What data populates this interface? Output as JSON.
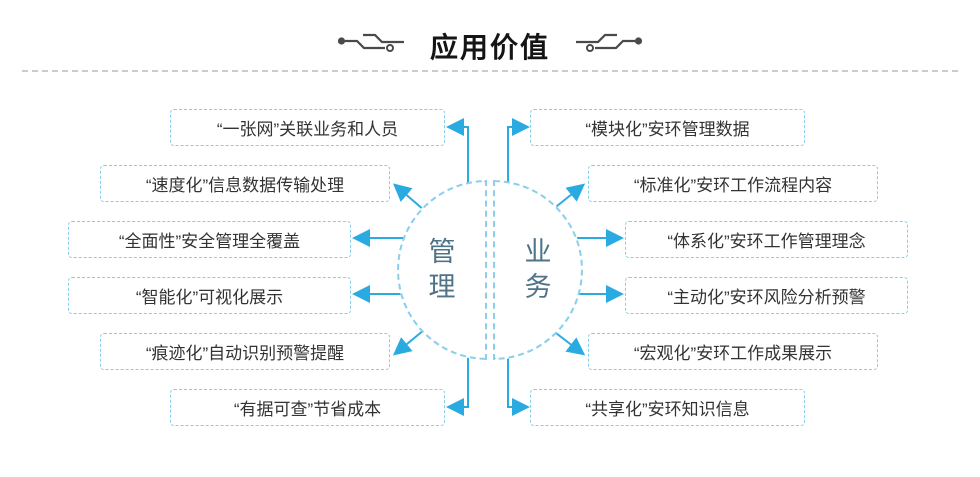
{
  "title": "应用价值",
  "center": {
    "left_label": "管理",
    "right_label": "业务"
  },
  "left_items": [
    "“一张网”关联业务和人员",
    "“速度化”信息数据传输处理",
    "“全面性”安全管理全覆盖",
    "“智能化”可视化展示",
    "“痕迹化”自动识别预警提醒",
    "“有据可查”节省成本"
  ],
  "right_items": [
    "“模块化”安环管理数据",
    "“标准化”安环工作流程内容",
    "“体系化”安环工作管理理念",
    "“主动化”安环风险分析预警",
    "“宏观化”安环工作成果展示",
    "“共享化”安环知识信息"
  ],
  "colors": {
    "accent_arrow": "#29abe2",
    "box_border": "#85cdec",
    "circle_border": "#8ccfec",
    "center_text": "#4f7387",
    "body_text": "#333333",
    "title_text": "#151515",
    "decoration": "#4a4a4a"
  }
}
